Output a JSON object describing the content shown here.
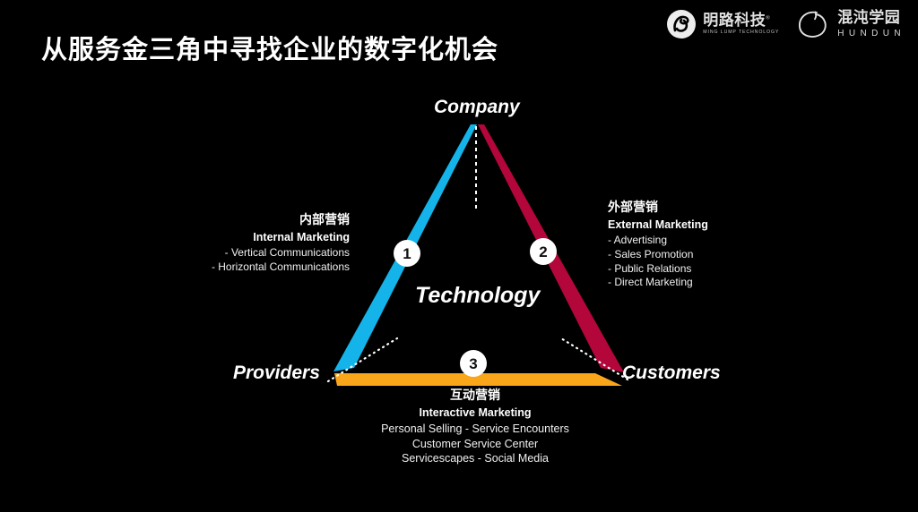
{
  "slide": {
    "title": "从服务金三角中寻找企业的数字化机会",
    "background_color": "#000000"
  },
  "logos": [
    {
      "name": "mingluo-technology-logo",
      "cn": "明路科技",
      "en": "MING LUMP TECHNOLOGY",
      "trademark": "®",
      "mark": "circle-swirl-icon"
    },
    {
      "name": "hundun-academy-logo",
      "cn": "混沌学园",
      "en": "HUNDUN",
      "mark": "brush-circle-icon"
    }
  ],
  "diagram": {
    "type": "service-triangle",
    "center_label": "Technology",
    "vertices": {
      "top": "Company",
      "bottom_left": "Providers",
      "bottom_right": "Customers"
    },
    "edges": [
      {
        "id": 1,
        "badge": "1",
        "color": "#14B4EA",
        "name": "internal-marketing-edge"
      },
      {
        "id": 2,
        "badge": "2",
        "color": "#B3063B",
        "name": "external-marketing-edge"
      },
      {
        "id": 3,
        "badge": "3",
        "color": "#FAA61A",
        "name": "interactive-marketing-edge"
      }
    ],
    "annotations": {
      "internal": {
        "cn": "内部营销",
        "en": "Internal Marketing",
        "items": [
          "- Vertical Communications",
          "- Horizontal Communications"
        ]
      },
      "external": {
        "cn": "外部营销",
        "en": "External Marketing",
        "items": [
          "- Advertising",
          "- Sales Promotion",
          "- Public Relations",
          "- Direct Marketing"
        ]
      },
      "interactive": {
        "cn": "互动营销",
        "en": "Interactive Marketing",
        "items": [
          "Personal Selling - Service Encounters",
          "Customer Service Center",
          "Servicescapes - Social Media"
        ]
      }
    }
  }
}
